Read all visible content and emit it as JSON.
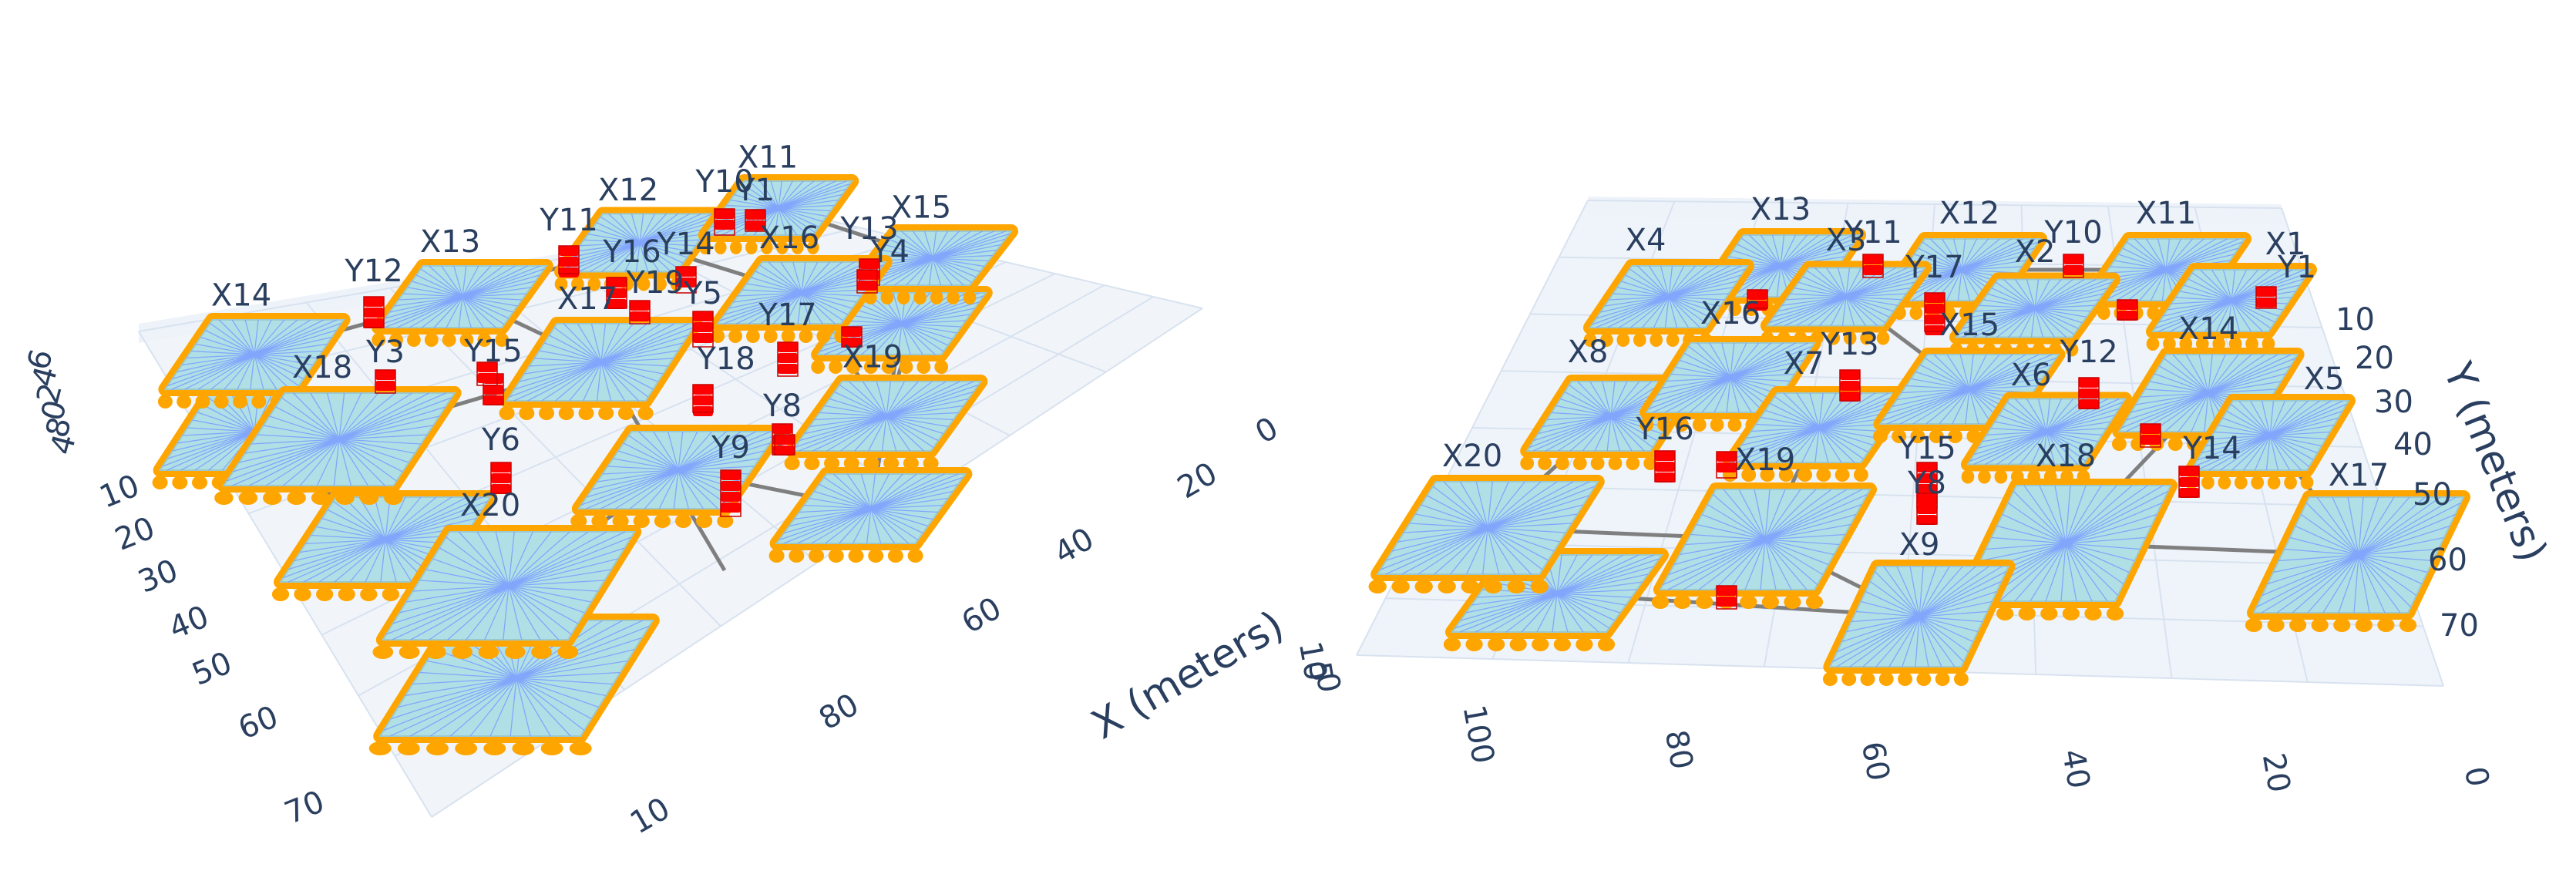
{
  "chart_data": [
    {
      "type": "scatter3d",
      "view": "left",
      "xlabel": "X (meters)",
      "x_ticks": [
        "0",
        "20",
        "40",
        "60",
        "80",
        "10"
      ],
      "y_ticks": [
        "10",
        "20",
        "30",
        "40",
        "50",
        "60",
        "70"
      ],
      "z_ticks": [
        "6",
        "4",
        "2",
        "0",
        "8",
        "4"
      ],
      "pads": [
        {
          "label": "X14"
        },
        {
          "label": "X13"
        },
        {
          "label": "X12"
        },
        {
          "label": "X11"
        },
        {
          "label": "X15"
        },
        {
          "label": "X16"
        },
        {
          "label": "X17"
        },
        {
          "label": "X18"
        },
        {
          "label": "X19"
        },
        {
          "label": "X20"
        }
      ],
      "stacks": [
        {
          "label": "Y12"
        },
        {
          "label": "Y11"
        },
        {
          "label": "Y10"
        },
        {
          "label": "Y16"
        },
        {
          "label": "Y19"
        },
        {
          "label": "Y14"
        },
        {
          "label": "Y13"
        },
        {
          "label": "Y3"
        },
        {
          "label": "Y15"
        },
        {
          "label": "Y5"
        },
        {
          "label": "Y17"
        },
        {
          "label": "Y6"
        },
        {
          "label": "Y18"
        },
        {
          "label": "Y8"
        },
        {
          "label": "Y9"
        },
        {
          "label": "Y4"
        },
        {
          "label": "Y1"
        }
      ]
    },
    {
      "type": "scatter3d",
      "view": "right",
      "ylabel": "Y (meters)",
      "x_ticks": [
        "100",
        "80",
        "60",
        "40",
        "20",
        "0"
      ],
      "y_ticks": [
        "10",
        "20",
        "30",
        "40",
        "50",
        "60",
        "70"
      ],
      "z_ticks": [
        "10",
        "5",
        "0"
      ],
      "pads": [
        {
          "label": "X13"
        },
        {
          "label": "X12"
        },
        {
          "label": "X11"
        },
        {
          "label": "X4"
        },
        {
          "label": "X3"
        },
        {
          "label": "X2"
        },
        {
          "label": "X8"
        },
        {
          "label": "X16"
        },
        {
          "label": "X7"
        },
        {
          "label": "X15"
        },
        {
          "label": "X6"
        },
        {
          "label": "X14"
        },
        {
          "label": "X20"
        },
        {
          "label": "X19"
        },
        {
          "label": "X18"
        },
        {
          "label": "X17"
        },
        {
          "label": "X9"
        },
        {
          "label": "X1"
        },
        {
          "label": "X5"
        }
      ],
      "stacks": [
        {
          "label": "Y11"
        },
        {
          "label": "Y10"
        },
        {
          "label": "Y17"
        },
        {
          "label": "Y13"
        },
        {
          "label": "Y12"
        },
        {
          "label": "Y16"
        },
        {
          "label": "Y15"
        },
        {
          "label": "Y8"
        },
        {
          "label": "Y14"
        },
        {
          "label": "Y1"
        }
      ]
    }
  ],
  "colors": {
    "pad_edge": "#ffa500",
    "pad_top": "#b0e0e6",
    "spoke": "#7b9cff",
    "stack": "#ff0000",
    "link": "#7f7f7f",
    "grid": "#d8e2ef",
    "floor": "#e5ecf6",
    "text": "#2a3f5f"
  }
}
